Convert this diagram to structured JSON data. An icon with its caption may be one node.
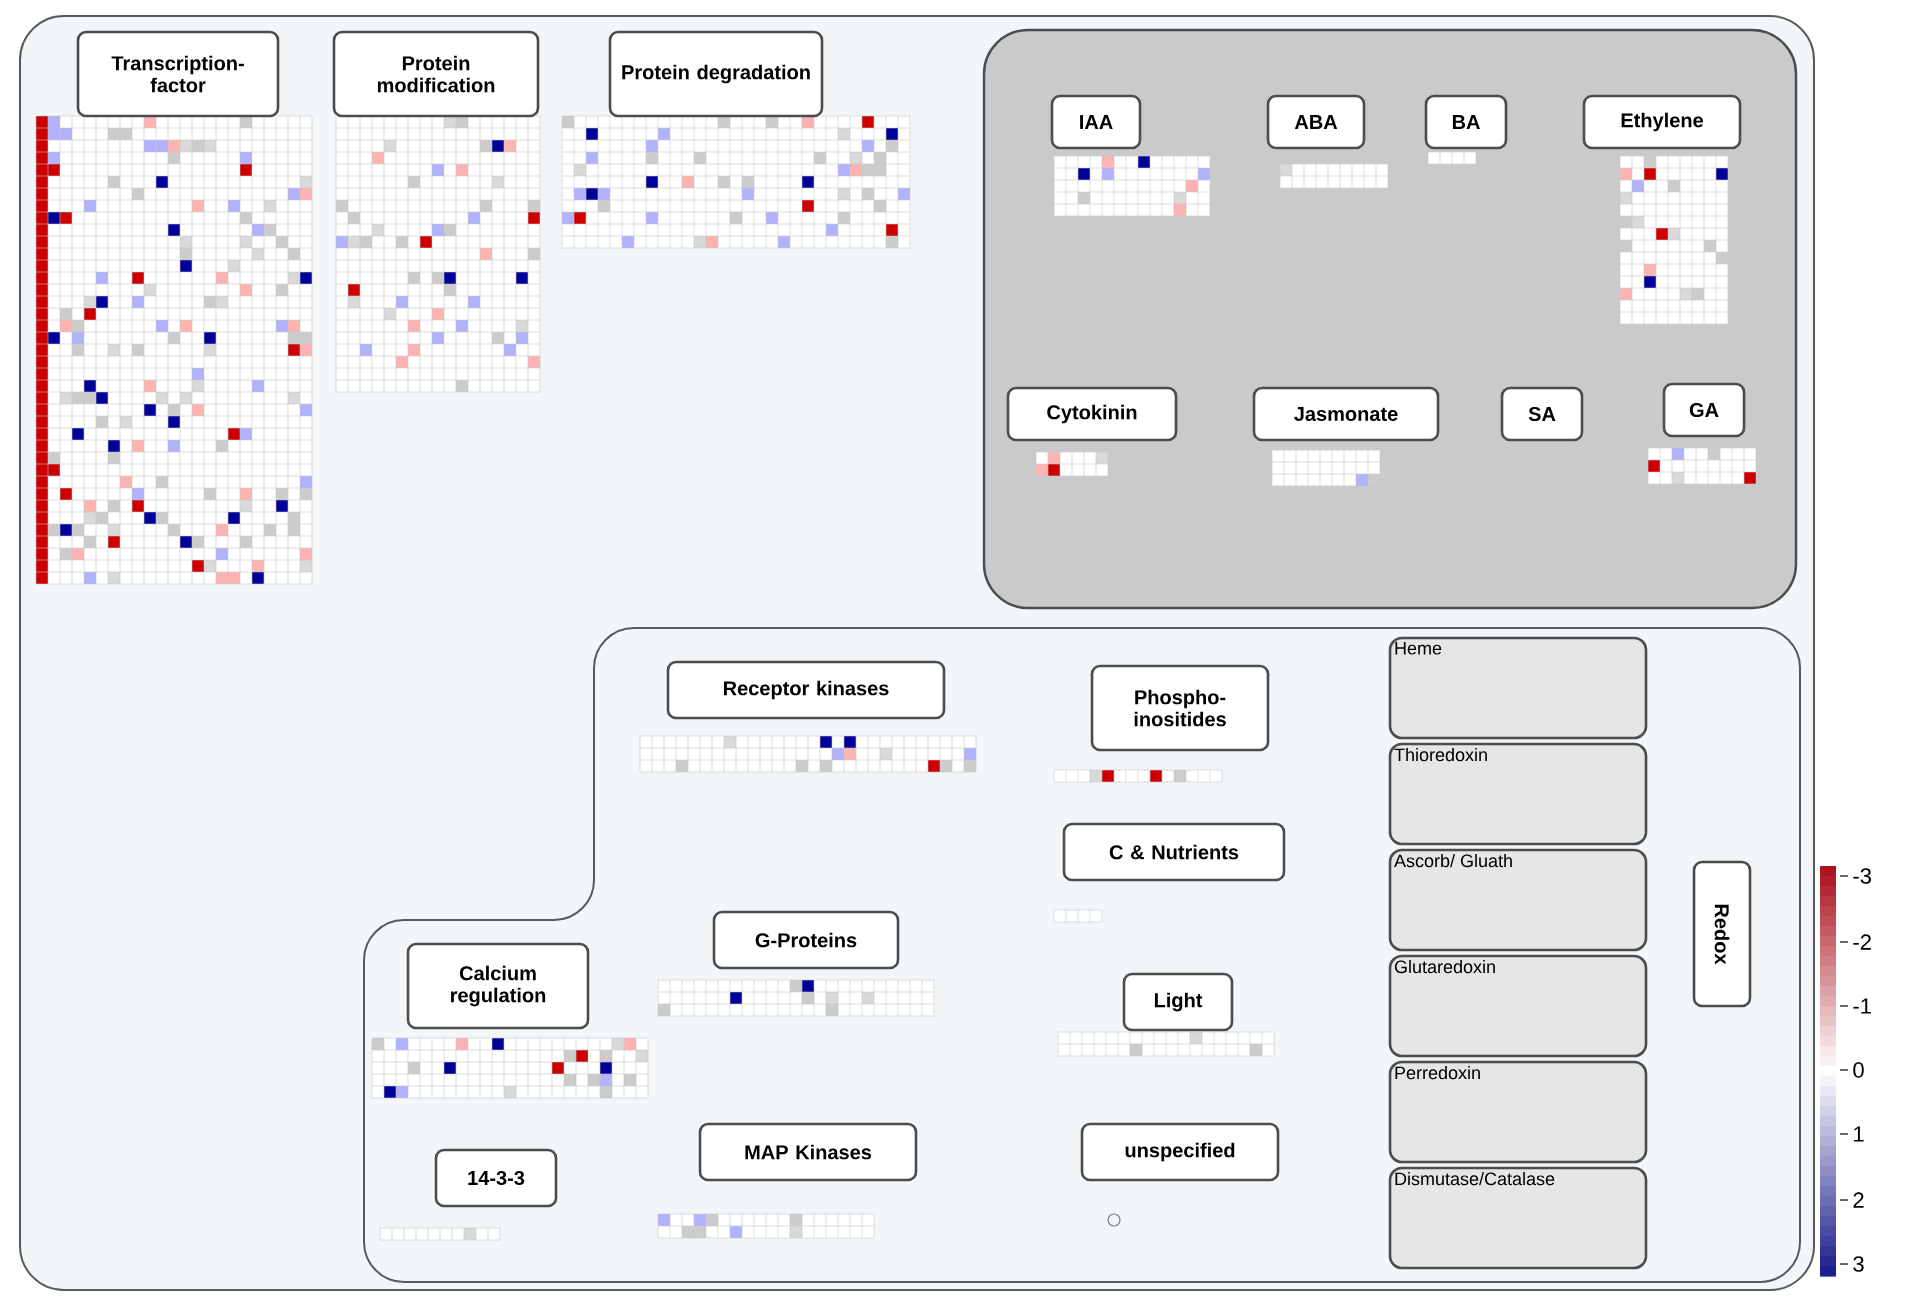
{
  "diagram": {
    "nodes": [
      {
        "text": [
          "Transcription-factor"
        ]
      },
      {
        "text": [
          "Protein modification"
        ]
      },
      {
        "text": [
          "Protein degradation"
        ]
      },
      {
        "text": [
          "IAA"
        ]
      },
      {
        "text": [
          "ABA"
        ]
      },
      {
        "text": [
          "BA"
        ]
      },
      {
        "text": [
          "Ethylene"
        ]
      },
      {
        "text": [
          "Cytokinin"
        ]
      },
      {
        "text": [
          "Jasmonate"
        ]
      },
      {
        "text": [
          "SA"
        ]
      },
      {
        "text": [
          "GA"
        ]
      },
      {
        "text": [
          "Receptor kinases"
        ]
      },
      {
        "text": [
          "Phospho-inositides"
        ]
      },
      {
        "text": [
          "C & Nutrients"
        ]
      },
      {
        "text": [
          "G-Proteins"
        ]
      },
      {
        "text": [
          "Light"
        ]
      },
      {
        "text": [
          "Calcium regulation"
        ]
      },
      {
        "text": [
          "14-3-3"
        ]
      },
      {
        "text": [
          "MAP Kinases"
        ]
      },
      {
        "text": [
          "unspecified"
        ]
      },
      {
        "text": [
          "Heme"
        ]
      },
      {
        "text": [
          "Thioredoxin"
        ]
      },
      {
        "text": [
          "Ascorb/ Gluath"
        ]
      },
      {
        "text": [
          "Glutaredoxin"
        ]
      },
      {
        "text": [
          "Perredoxin"
        ]
      },
      {
        "text": [
          "Dismutase/Catalase"
        ]
      },
      {
        "text": [
          "Redox"
        ]
      }
    ],
    "labels": [
      "-3",
      "-2",
      "-1",
      "0",
      "1",
      "2",
      "3"
    ]
  }
}
